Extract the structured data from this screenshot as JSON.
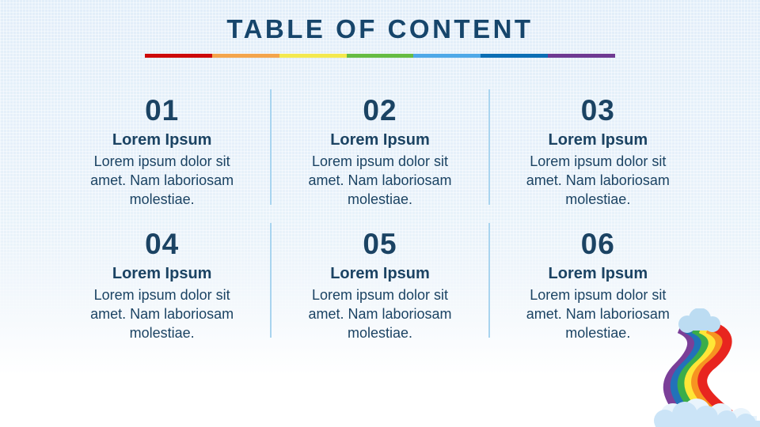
{
  "slide": {
    "title": "TABLE OF CONTENT",
    "title_color": "#16456B",
    "text_color": "#1B4363",
    "cell_divider_color": "#A9D4EF",
    "background": {
      "top": "#E2EEF9",
      "bottom": "#FFFFFF"
    },
    "divider_line_colors": [
      "#CD0909",
      "#F4A54C",
      "#F4E94F",
      "#66BC43",
      "#4FA9E8",
      "#0B6EB4",
      "#6F3A92"
    ],
    "items": [
      {
        "number": "01",
        "heading": "Lorem Ipsum",
        "body": "Lorem ipsum dolor sit amet. Nam laboriosam molestiae."
      },
      {
        "number": "02",
        "heading": "Lorem Ipsum",
        "body": "Lorem ipsum dolor sit amet. Nam laboriosam molestiae."
      },
      {
        "number": "03",
        "heading": "Lorem Ipsum",
        "body": "Lorem ipsum dolor sit amet. Nam laboriosam molestiae."
      },
      {
        "number": "04",
        "heading": "Lorem Ipsum",
        "body": "Lorem ipsum dolor sit amet. Nam laboriosam molestiae."
      },
      {
        "number": "05",
        "heading": "Lorem Ipsum",
        "body": "Lorem ipsum dolor sit amet. Nam laboriosam molestiae."
      },
      {
        "number": "06",
        "heading": "Lorem Ipsum",
        "body": "Lorem ipsum dolor sit amet. Nam laboriosam molestiae."
      }
    ],
    "illustration": {
      "name": "rainbow-flowing-from-clouds",
      "band_colors": [
        "#7B3F98",
        "#2272B9",
        "#3BAD49",
        "#FFE637",
        "#F79421",
        "#E8251F"
      ],
      "cloud_color": "#BCDCF2",
      "bottom_cloud_color": "#CBE4F7",
      "bottom_cloud_under_color": "#E9F4FC"
    }
  }
}
